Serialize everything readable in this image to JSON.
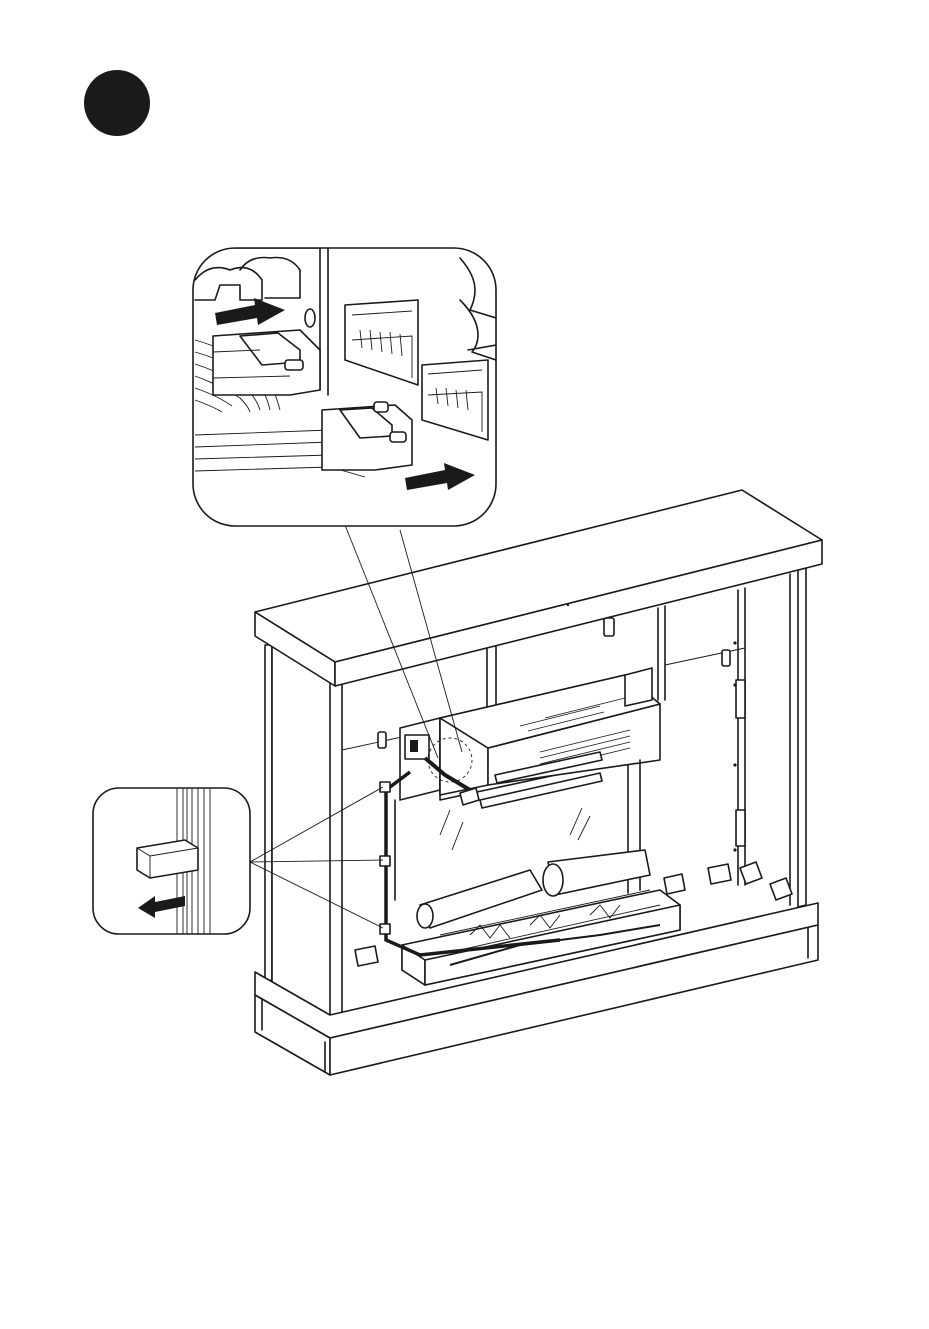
{
  "step": {
    "marker": "filled-circle",
    "color": "#1a1a1a",
    "label": ""
  },
  "figure": {
    "main_view": "fireplace-mantel-rear-view",
    "detail_top": "connector-plug-insertion",
    "detail_left": "cable-clip-removal",
    "arrows": [
      "arrow-right",
      "arrow-right",
      "arrow-left"
    ]
  },
  "colors": {
    "line": "#1a1a1a",
    "background": "#ffffff"
  }
}
